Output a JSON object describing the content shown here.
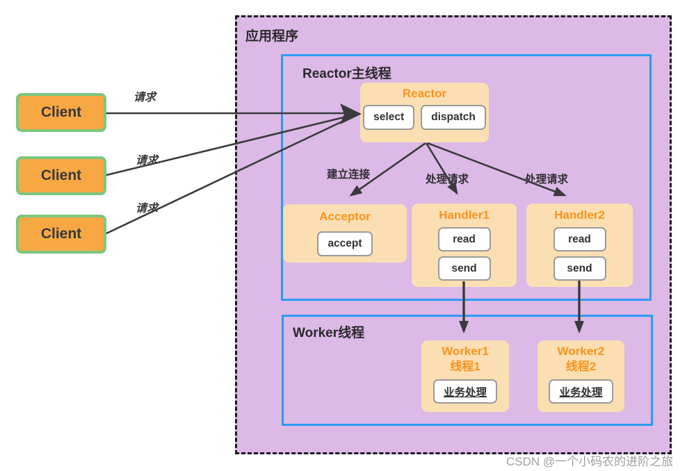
{
  "app": {
    "title": "应用程序"
  },
  "clients": [
    {
      "label": "Client"
    },
    {
      "label": "Client"
    },
    {
      "label": "Client"
    }
  ],
  "request_labels": [
    {
      "text": "请求"
    },
    {
      "text": "请求"
    },
    {
      "text": "请求"
    }
  ],
  "reactor_thread": {
    "title": "Reactor主线程",
    "reactor": {
      "title": "Reactor",
      "select": "select",
      "dispatch": "dispatch"
    },
    "edges": {
      "acceptor": "建立连接",
      "handler1": "处理请求",
      "handler2": "处理请求"
    },
    "acceptor": {
      "title": "Acceptor",
      "accept": "accept"
    },
    "handler1": {
      "title": "Handler1",
      "read": "read",
      "send": "send"
    },
    "handler2": {
      "title": "Handler2",
      "read": "read",
      "send": "send"
    }
  },
  "worker_thread": {
    "title": "Worker线程",
    "worker1": {
      "title_line1": "Worker1",
      "title_line2": "线程1",
      "op": "业务处理"
    },
    "worker2": {
      "title_line1": "Worker2",
      "title_line2": "线程2",
      "op": "业务处理"
    }
  },
  "watermark": "CSDN @一个小码农的进阶之旅",
  "colors": {
    "app_background": "#dcb9e7",
    "thread_border": "#2b9bf2",
    "card_background": "#fbdfb2",
    "card_title_text": "#f8941e",
    "client_fill": "#f7a843",
    "client_border": "#7cc77e",
    "op_border": "#9a9a9a",
    "arrow": "#3a3a3c",
    "watermark_text": "#9e9e9e"
  }
}
